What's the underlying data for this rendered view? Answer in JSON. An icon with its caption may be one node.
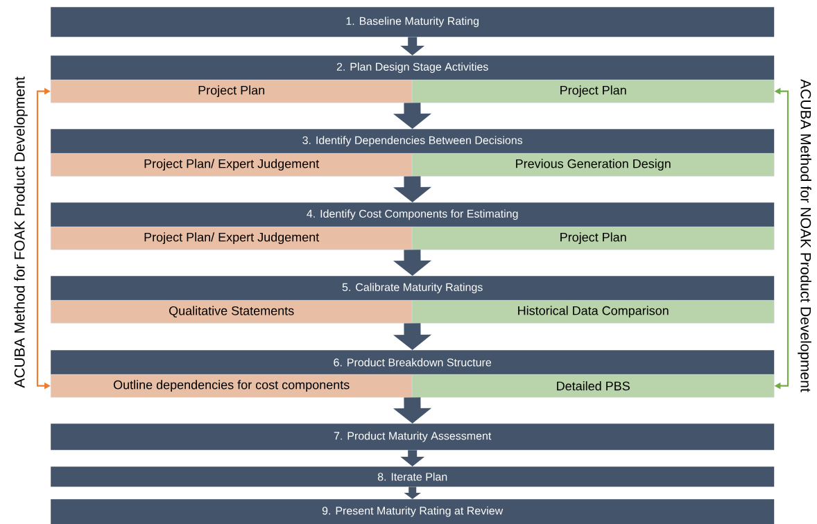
{
  "diagram": {
    "nodes": [
      {
        "text": [
          "1. Baseline Maturity Rating"
        ]
      },
      {
        "text": [
          "2. Plan Design Stage Activities"
        ]
      },
      {
        "text": [
          "Project Plan"
        ]
      },
      {
        "text": [
          "Project Plan"
        ]
      },
      {
        "text": [
          "3. Identify Dependencies Between Decisions"
        ]
      },
      {
        "text": [
          "Project Plan/ Expert Judgement"
        ]
      },
      {
        "text": [
          "Previous Generation Design"
        ]
      },
      {
        "text": [
          "4. Identify Cost Components for Estimating"
        ]
      },
      {
        "text": [
          "Project Plan/ Expert Judgement"
        ]
      },
      {
        "text": [
          "Project Plan"
        ]
      },
      {
        "text": [
          "5. Calibrate Maturity Ratings"
        ]
      },
      {
        "text": [
          "Qualitative Statements"
        ]
      },
      {
        "text": [
          "Historical Data Comparison"
        ]
      },
      {
        "text": [
          "6. Product Breakdown Structure"
        ]
      },
      {
        "text": [
          "Outline dependencies for cost components"
        ]
      },
      {
        "text": [
          "Detailed PBS"
        ]
      },
      {
        "text": [
          "7. Product Maturity Assessment"
        ]
      },
      {
        "text": [
          "8. Iterate Plan"
        ]
      },
      {
        "text": [
          "9. Present Maturity Rating at Review"
        ]
      },
      {
        "text": [
          "ACUBA Method for FOAK Product Development"
        ]
      },
      {
        "text": [
          "ACUBA Method for NOAK Product Development"
        ]
      }
    ],
    "edges": [
      {
        "from": 0,
        "to": 1,
        "arrow": "to"
      },
      {
        "from": 2,
        "to": 4,
        "arrow": "to",
        "style": "thick"
      },
      {
        "from": 5,
        "to": 7,
        "arrow": "to",
        "style": "thick"
      },
      {
        "from": 8,
        "to": 10,
        "arrow": "to",
        "style": "thick"
      },
      {
        "from": 11,
        "to": 13,
        "arrow": "to",
        "style": "thick"
      },
      {
        "from": 14,
        "to": 16,
        "arrow": "to",
        "style": "thick"
      },
      {
        "from": 16,
        "to": 17,
        "arrow": "to"
      },
      {
        "from": 17,
        "to": 18,
        "arrow": "to"
      },
      {
        "from": 19,
        "to": 2,
        "arrow": "to",
        "color": "#ed7d31"
      },
      {
        "from": 19,
        "to": 14,
        "arrow": "to",
        "color": "#ed7d31"
      },
      {
        "from": 20,
        "to": 3,
        "arrow": "to",
        "color": "#70ad47"
      },
      {
        "from": 20,
        "to": 15,
        "arrow": "to",
        "color": "#70ad47"
      }
    ]
  }
}
